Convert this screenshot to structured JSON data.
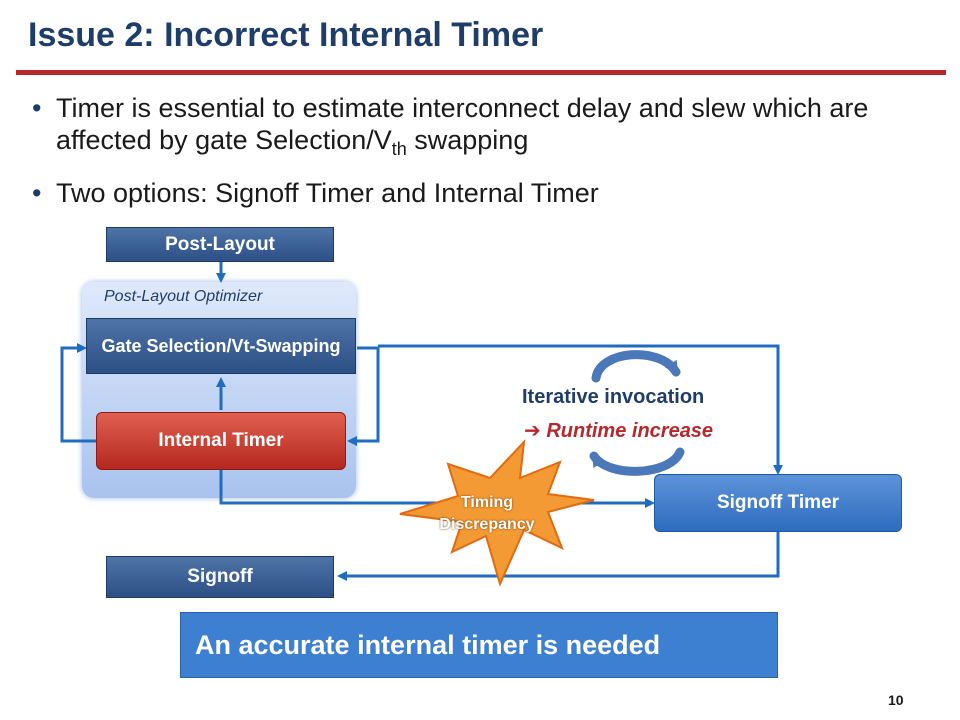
{
  "slide": {
    "title": "Issue 2: Incorrect Internal Timer",
    "bullets": [
      {
        "text_before": "Timer is essential to estimate interconnect delay and slew which are affected by gate Selection/V",
        "subscript": "th",
        "text_after": " swapping"
      },
      {
        "text_before": "Two options: Signoff Timer and Internal Timer"
      }
    ],
    "page_number": "10"
  },
  "diagram": {
    "post_layout": "Post-Layout",
    "optimizer_label": "Post-Layout Optimizer",
    "gate_selection": "Gate Selection/Vt-Swapping",
    "internal_timer": "Internal Timer",
    "signoff_timer": "Signoff Timer",
    "signoff": "Signoff",
    "timing_discrepancy_line1": "Timing",
    "timing_discrepancy_line2": "Discrepancy",
    "iterative_invocation": "Iterative invocation",
    "runtime_increase": "Runtime increase",
    "arrow_glyph": "➔",
    "conclusion": "An accurate internal timer is needed"
  },
  "colors": {
    "title": "#1f3d6b",
    "accent_red": "#b7282e",
    "arrow_blue": "#1f6cc1",
    "star_orange": "#f39a34"
  }
}
